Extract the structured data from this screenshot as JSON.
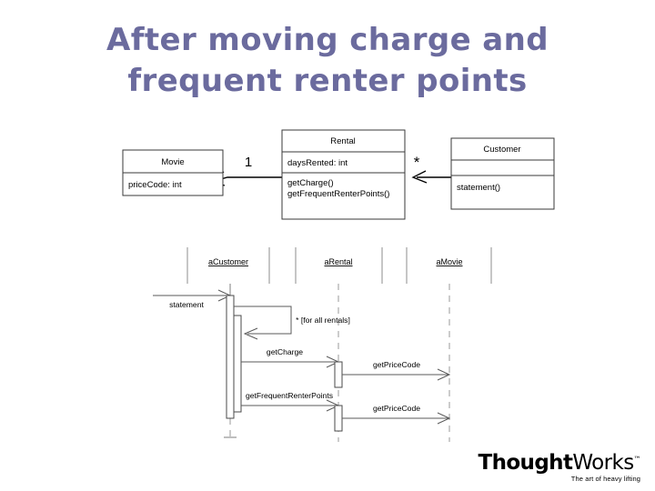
{
  "slide": {
    "title_lines": [
      "After moving charge and",
      "frequent renter points"
    ],
    "title_color": "#6b6b9e",
    "background": "#ffffff"
  },
  "class_diagram": {
    "classes": [
      {
        "name": "Movie",
        "attributes": [
          "priceCode: int"
        ],
        "operations": []
      },
      {
        "name": "Rental",
        "attributes": [
          "daysRented: int"
        ],
        "operations": [
          "getCharge()",
          "getFrequentRenterPoints()"
        ]
      },
      {
        "name": "Customer",
        "attributes": [],
        "operations": [
          "statement()"
        ]
      }
    ],
    "associations": [
      {
        "from": "Rental",
        "to": "Movie",
        "multiplicity": "1",
        "arrow": "open"
      },
      {
        "from": "Customer",
        "to": "Rental",
        "multiplicity": "*",
        "arrow": "open"
      }
    ]
  },
  "sequence_diagram": {
    "lifelines": [
      {
        "label": "aCustomer"
      },
      {
        "label": "aRental"
      },
      {
        "label": "aMovie"
      }
    ],
    "messages": [
      {
        "label": "statement",
        "from": "actor",
        "to": "aCustomer"
      },
      {
        "label": "* [for all rentals]",
        "from": "aCustomer",
        "to": "aCustomer"
      },
      {
        "label": "getCharge",
        "from": "aCustomer",
        "to": "aRental"
      },
      {
        "label": "getPriceCode",
        "from": "aRental",
        "to": "aMovie"
      },
      {
        "label": "getFrequentRenterPoints",
        "from": "aCustomer",
        "to": "aRental"
      },
      {
        "label": "getPriceCode",
        "from": "aRental",
        "to": "aMovie"
      }
    ]
  },
  "logo": {
    "word_bold": "Thought",
    "word_light": "Works",
    "trademark": "™",
    "tagline": "The art of heavy lifting"
  }
}
